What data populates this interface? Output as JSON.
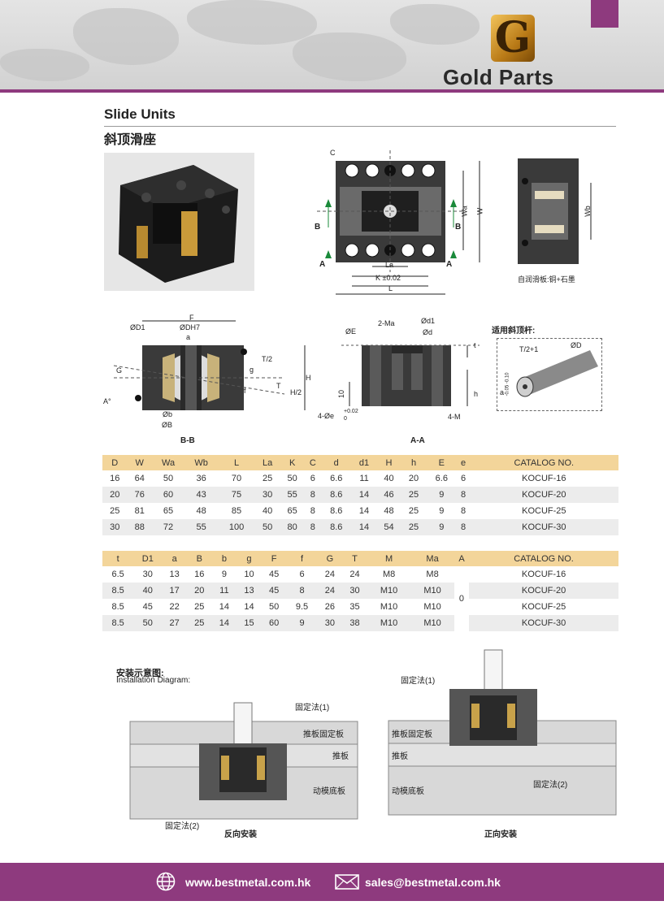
{
  "brand": {
    "logo_letter": "G",
    "name": "Gold Parts"
  },
  "title": {
    "en": "Slide Units",
    "cn": "斜顶滑座"
  },
  "top_view": {
    "c": "C",
    "b_left": "B",
    "b_right": "B",
    "a_left": "A",
    "a_right": "A",
    "la": "La",
    "k": "K ±0.02",
    "l": "L",
    "wa": "Wa",
    "w": "W"
  },
  "side_view": {
    "wb": "Wb",
    "lubrication": "自润滑板:铜+石墨"
  },
  "section_bb": {
    "label": "B-B",
    "f": "F",
    "od1": "ØD1",
    "odh7": "ØDH7",
    "a": "a",
    "g": "G",
    "a_deg": "A°",
    "g_small": "g",
    "t2": "T/2",
    "t": "T",
    "h2": "H/2",
    "h": "H",
    "f_small": "f",
    "ob": "Øb",
    "oB": "ØB"
  },
  "section_aa": {
    "label": "A-A",
    "oe": "ØE",
    "ma": "2-Ma",
    "od1": "Ød1",
    "od": "Ød",
    "t_small": "t",
    "ten": "10",
    "h_small": "h",
    "oe4": "4-Øe",
    "tol_up": "+0.02",
    "tol_lo": "0",
    "m4": "4-M"
  },
  "pin": {
    "title": "适用斜顶杆:",
    "od": "ØD",
    "t2": "T/2+1",
    "a": "a",
    "tol": "-0.05 -0.10"
  },
  "table1": {
    "headers": [
      "D",
      "W",
      "Wa",
      "Wb",
      "L",
      "La",
      "K",
      "C",
      "d",
      "d1",
      "H",
      "h",
      "E",
      "e",
      "CATALOG NO."
    ],
    "rows": [
      [
        "16",
        "64",
        "50",
        "36",
        "70",
        "25",
        "50",
        "6",
        "6.6",
        "11",
        "40",
        "20",
        "6.6",
        "6",
        "KOCUF-16"
      ],
      [
        "20",
        "76",
        "60",
        "43",
        "75",
        "30",
        "55",
        "8",
        "8.6",
        "14",
        "46",
        "25",
        "9",
        "8",
        "KOCUF-20"
      ],
      [
        "25",
        "81",
        "65",
        "48",
        "85",
        "40",
        "65",
        "8",
        "8.6",
        "14",
        "48",
        "25",
        "9",
        "8",
        "KOCUF-25"
      ],
      [
        "30",
        "88",
        "72",
        "55",
        "100",
        "50",
        "80",
        "8",
        "8.6",
        "14",
        "54",
        "25",
        "9",
        "8",
        "KOCUF-30"
      ]
    ]
  },
  "table2": {
    "headers": [
      "t",
      "D1",
      "a",
      "B",
      "b",
      "g",
      "F",
      "f",
      "G",
      "T",
      "M",
      "Ma",
      "A",
      "CATALOG NO."
    ],
    "rows": [
      [
        "6.5",
        "30",
        "13",
        "16",
        "9",
        "10",
        "45",
        "6",
        "24",
        "24",
        "M8",
        "M8",
        "KOCUF-16"
      ],
      [
        "8.5",
        "40",
        "17",
        "20",
        "11",
        "13",
        "45",
        "8",
        "24",
        "30",
        "M10",
        "M10",
        "KOCUF-20"
      ],
      [
        "8.5",
        "45",
        "22",
        "25",
        "14",
        "14",
        "50",
        "9.5",
        "26",
        "35",
        "M10",
        "M10",
        "KOCUF-25"
      ],
      [
        "8.5",
        "50",
        "27",
        "25",
        "14",
        "15",
        "60",
        "9",
        "30",
        "38",
        "M10",
        "M10",
        "KOCUF-30"
      ]
    ],
    "a_value": "0"
  },
  "installation": {
    "title_cn": "安装示意图:",
    "title_en": "Installation Diagram:",
    "left": {
      "fix1": "固定法(1)",
      "plate1": "推板固定板",
      "plate2": "推板",
      "plate3": "动模底板",
      "fix2": "固定法(2)",
      "caption": "反向安装"
    },
    "right": {
      "fix1": "固定法(1)",
      "plate1": "推板固定板",
      "plate2": "推板",
      "plate3": "动模底板",
      "fix2": "固定法(2)",
      "caption": "正向安装"
    }
  },
  "footer": {
    "website": "www.bestmetal.com.hk",
    "email": "sales@bestmetal.com.hk"
  }
}
